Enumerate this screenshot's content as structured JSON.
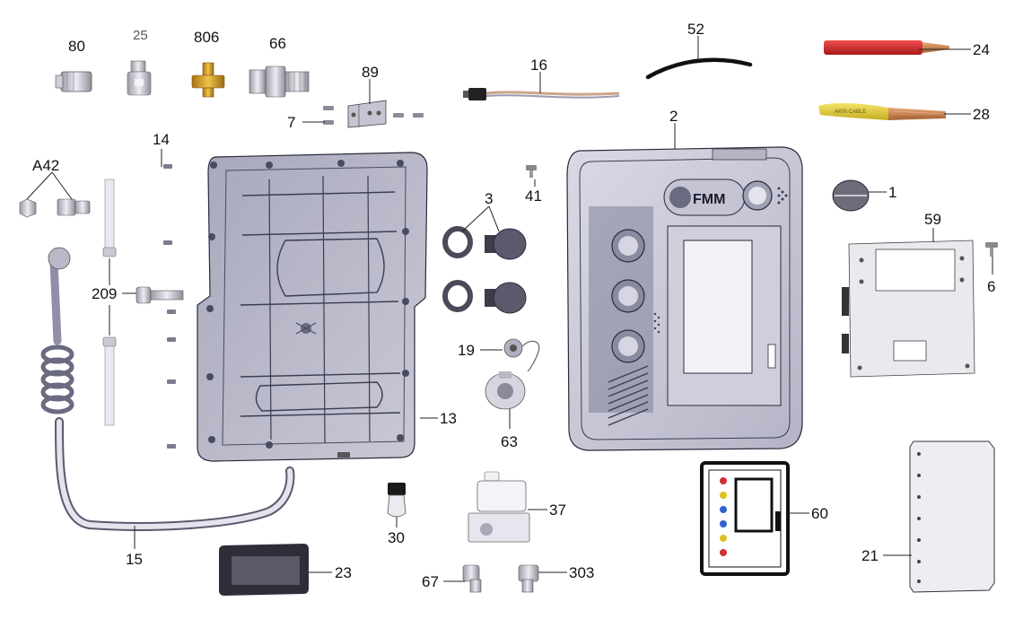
{
  "diagram": {
    "brand_logo_text": "FMM",
    "wire_label_text": "AKIN CABLE",
    "part_labels": {
      "p80": "80",
      "p25": "25",
      "p806": "806",
      "p66": "66",
      "p89": "89",
      "p7": "7",
      "p16": "16",
      "p52": "52",
      "p24": "24",
      "p28": "28",
      "p2": "2",
      "p14": "14",
      "pA42": "A42",
      "p3": "3",
      "p41": "41",
      "p1": "1",
      "p59": "59",
      "p6": "6",
      "p209": "209",
      "p19": "19",
      "p13": "13",
      "p63": "63",
      "p37": "37",
      "p30": "30",
      "p60": "60",
      "p21": "21",
      "p15": "15",
      "p23": "23",
      "p67": "67",
      "p303": "303"
    },
    "colors": {
      "red_cable": "#d62a2a",
      "yellow_cable": "#e8d23a",
      "copper": "#c8804a",
      "brass": "#d9a233",
      "panel_fill": "#b9b9c9",
      "board_fill": "#e9e9ee"
    }
  }
}
